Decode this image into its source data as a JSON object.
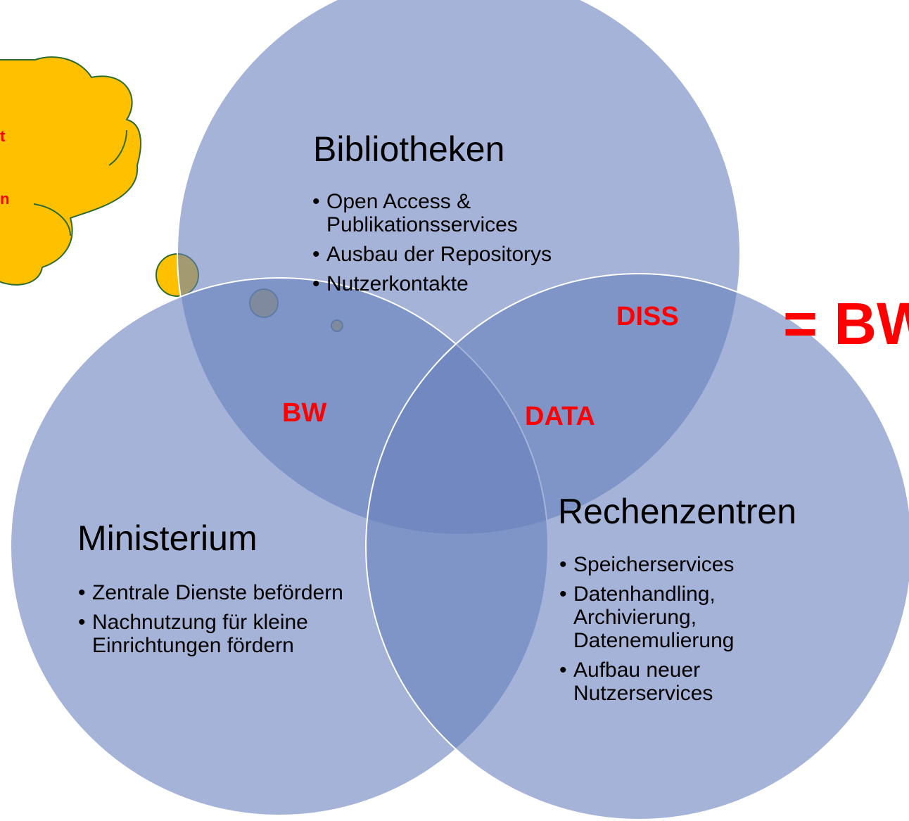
{
  "circles": {
    "bibliotheken": {
      "title": "Bibliotheken",
      "items": [
        "Open Access & Publikationsservices",
        "Ausbau der Repositorys",
        "Nutzerkontakte"
      ]
    },
    "ministerium": {
      "title": "Ministerium",
      "items": [
        "Zentrale Dienste befördern",
        "Nachnutzung für kleine Einrichtungen fördern"
      ]
    },
    "rechenzentren": {
      "title": "Rechenzentren",
      "items": [
        "Speicherservices",
        "Datenhandling, Archivierung, Datenemulierung",
        " Aufbau neuer Nutzerservices"
      ]
    }
  },
  "overlap_labels": {
    "bw": "BW",
    "data": "DATA",
    "diss": "DISS"
  },
  "equals_label": "= BW",
  "cloud_fragments": [
    "t",
    "n"
  ],
  "colors": {
    "circle_fill": "#6880BC",
    "label_red": "#FF0000",
    "cloud_fill": "#FFC000",
    "cloud_stroke": "#2E6B2E"
  }
}
